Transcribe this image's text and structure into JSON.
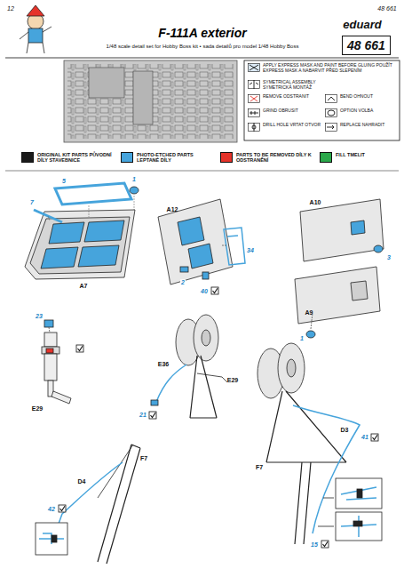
{
  "diagram": {
    "title": "F-111A exterior",
    "nodes": [
      {
        "text": [
          "48 661"
        ]
      }
    ],
    "labels": [
      "12",
      "48 661",
      "eduard",
      "1/48 scale detail set for Hobby Boss kit • sada detailů pro model 1/48 Hobby Boss",
      "1",
      "5",
      "7",
      "A10",
      "A12",
      "34",
      "3",
      "2",
      "A7",
      "40",
      "A9",
      "23",
      "1",
      "E36",
      "E29",
      "E29",
      "21",
      "D3",
      "41",
      "F7",
      "F7",
      "D4",
      "42",
      "15"
    ],
    "legend": [
      {
        "text": "APPLY EXPRESS MASK AND PAINT BEFORE GLUING POUŽÍT EXPRESS MASK A NABARVIT PŘED SLEPENÍM"
      },
      {
        "text": "SYMETRICAL ASSEMBLY SYMETRICKÁ MONTÁŽ"
      },
      {
        "text": "REMOVE ODSTRANIT"
      },
      {
        "text": "BEND OHNOUT"
      },
      {
        "text": "GRIND OBRUSIT"
      },
      {
        "text": "OPTION VOLBA"
      },
      {
        "text": "DRILL HOLE VRTAT OTVOR"
      },
      {
        "text": "REPLACE NAHRADIT"
      },
      {
        "text": "ORIGINAL KIT PARTS PŮVODNÍ DÍLY STAVEBNICE",
        "color": "#1a1a1a"
      },
      {
        "text": "PHOTO-ETCHED PARTS LEPTANÉ DÍLY",
        "color": "#46a4dc"
      },
      {
        "text": "PARTS TO BE REMOVED DÍLY K ODSTRANĚNÍ",
        "color": "#e5332a"
      },
      {
        "text": "FILL TMELIT",
        "color": "#2aa84a"
      }
    ]
  }
}
